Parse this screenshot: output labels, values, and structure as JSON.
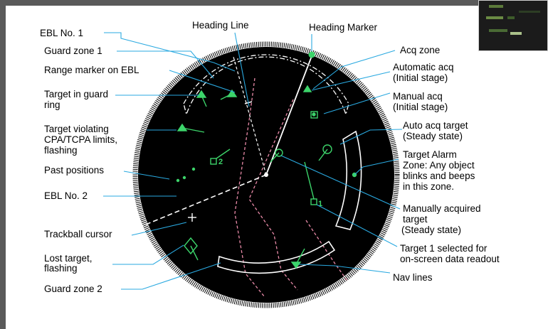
{
  "colors": {
    "background_frame": "#5a5a5a",
    "panel": "#ffffff",
    "radar_screen": "#000000",
    "leader_lines": "#2aa9e0",
    "target_symbols": "#3cd46a",
    "nav_lines": "#e98aa8"
  },
  "thumbnail": {
    "label_top": "",
    "label_bottom": ""
  },
  "labels": {
    "ebl1": "EBL No. 1",
    "heading_line": "Heading Line",
    "heading_marker": "Heading Marker",
    "guard_zone_1": "Guard zone 1",
    "range_marker": "Range marker on EBL",
    "target_guard_ring": [
      "Target in guard",
      "ring"
    ],
    "target_violating": [
      "Target violating",
      "CPA/TCPA limits,",
      "flashing"
    ],
    "past_positions": "Past positions",
    "ebl2": "EBL No. 2",
    "trackball": "Trackball cursor",
    "lost_target": [
      "Lost target,",
      "flashing"
    ],
    "guard_zone_2": "Guard zone 2",
    "acq_zone": "Acq zone",
    "auto_acq": [
      "Automatic acq",
      "(Initial stage)"
    ],
    "manual_acq": [
      "Manual acq",
      "(Initial stage)"
    ],
    "auto_acq_target": [
      "Auto acq target",
      "(Steady state)"
    ],
    "target_alarm_zone": [
      "Target Alarm",
      "Zone: Any object",
      "blinks and beeps",
      "in this zone."
    ],
    "manually_acquired": [
      "Manually acquired",
      "target",
      "(Steady state)"
    ],
    "target1_selected": [
      "Target 1 selected for",
      "on-screen data readout"
    ],
    "nav_lines": "Nav lines"
  },
  "screen_markers": {
    "target_2": "2",
    "target_1": "1"
  }
}
